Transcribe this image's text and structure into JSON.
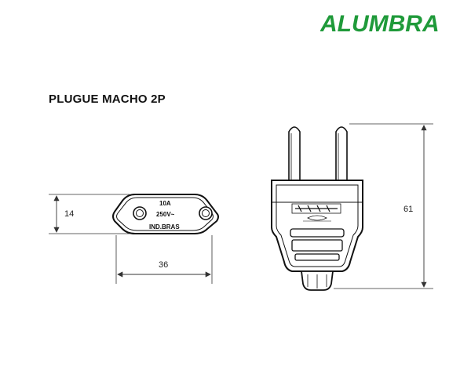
{
  "brand": {
    "logo_text": "ALUMBRA",
    "brand_color": "#1f9a3a"
  },
  "title": "PLUGUE MACHO 2P",
  "front_view": {
    "rating_current": "10A",
    "rating_voltage": "250V~",
    "marking": "IND.BRAS"
  },
  "dimensions": {
    "height_front": "14",
    "width_front": "36",
    "height_side": "61"
  },
  "colors": {
    "line": "#111111",
    "dim_line": "#333333"
  }
}
